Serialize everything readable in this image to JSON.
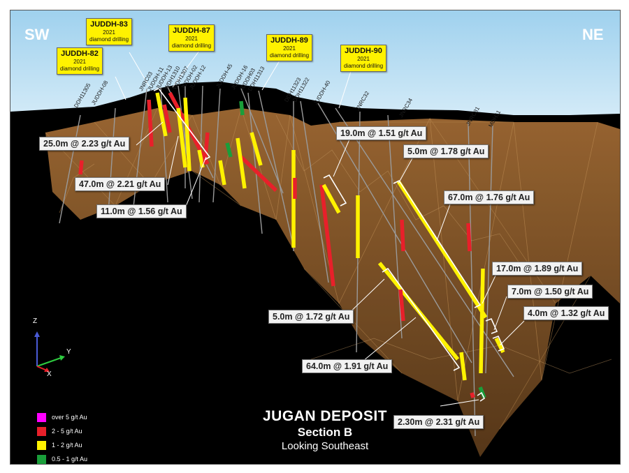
{
  "compass": {
    "left": "SW",
    "right": "NE"
  },
  "callouts": [
    {
      "id": "JUDDH-82",
      "year": "2021",
      "desc": "diamond drilling"
    },
    {
      "id": "JUDDH-83",
      "year": "2021",
      "desc": "diamond drilling"
    },
    {
      "id": "JUDDH-87",
      "year": "2021",
      "desc": "diamond drilling"
    },
    {
      "id": "JUDDH-89",
      "year": "2021",
      "desc": "diamond drilling"
    },
    {
      "id": "JUDDH-90",
      "year": "2021",
      "desc": "diamond drilling"
    }
  ],
  "hole_labels": [
    "DDH11305",
    "JUDDH-08",
    "JNRC03",
    "JUDDH-11",
    "JUDDH-13",
    "WDH1310",
    "WDH1307",
    "JUDDH-02",
    "JUDDH-12",
    "JUDDH-45",
    "JUDDH-16",
    "JUDDH03",
    "DDH11313",
    "DDH11323",
    "DDH11322",
    "JUDDH-40",
    "JNRC32",
    "JNRC34",
    "JNRC31",
    "MDH11"
  ],
  "intercepts": [
    "25.0m @ 2.23 g/t Au",
    "47.0m @ 2.21 g/t Au",
    "11.0m @ 1.56 g/t Au",
    "19.0m @ 1.51 g/t Au",
    "5.0m @ 1.78 g/t Au",
    "67.0m @ 1.76 g/t Au",
    "17.0m @ 1.89 g/t Au",
    "7.0m @ 1.50 g/t Au",
    "4.0m @ 1.32 g/t Au",
    "5.0m @ 1.72 g/t Au",
    "64.0m @ 1.91 g/t Au",
    "2.30m @ 2.31 g/t Au"
  ],
  "title": {
    "line1": "JUGAN DEPOSIT",
    "line2": "Section B",
    "line3": "Looking Southeast"
  },
  "legend": [
    {
      "label": "over 5 g/t Au",
      "color": "#ff00ff"
    },
    {
      "label": "2 - 5 g/t Au",
      "color": "#e8202a"
    },
    {
      "label": "1 - 2 g/t Au",
      "color": "#fff200"
    },
    {
      "label": "0.5 - 1 g/t Au",
      "color": "#1a9e3a"
    }
  ],
  "axes": {
    "z": "Z",
    "y": "Y",
    "x": "X"
  },
  "colors": {
    "sky": "#aed8f0",
    "orebody": "#8a5a2b",
    "background": "#000000"
  }
}
